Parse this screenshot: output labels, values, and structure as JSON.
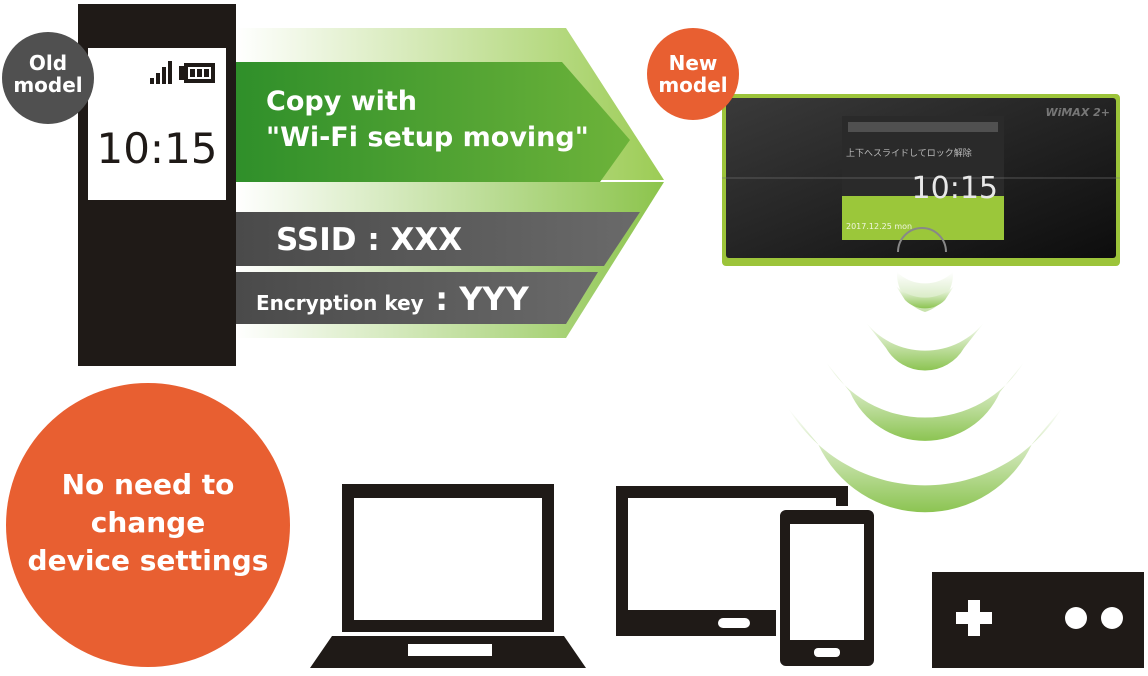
{
  "old_device": {
    "badge": "Old\nmodel",
    "time": "10:15"
  },
  "new_device": {
    "badge": "New\nmodel",
    "time": "10:15",
    "brand": "WiMAX 2+",
    "lock_hint": "上下へスライドしてロック解除",
    "date": "2017.12.25 mon"
  },
  "transfer": {
    "copy_text": "Copy with\n\"Wi-Fi setup moving\"",
    "ssid_text": "SSID : XXX",
    "key_label": "Encryption key",
    "key_value": ": YYY"
  },
  "callout": {
    "text": "No need to\nchange\ndevice settings"
  },
  "colors": {
    "green": "#57a833",
    "light_green": "#a5cf62",
    "orange": "#e85f31",
    "dark": "#1f1a17",
    "gray": "#505050"
  },
  "icons": [
    "signal-icon",
    "battery-icon",
    "wifi-waves-icon",
    "laptop-icon",
    "tablet-icon",
    "smartphone-icon",
    "game-controller-icon"
  ]
}
